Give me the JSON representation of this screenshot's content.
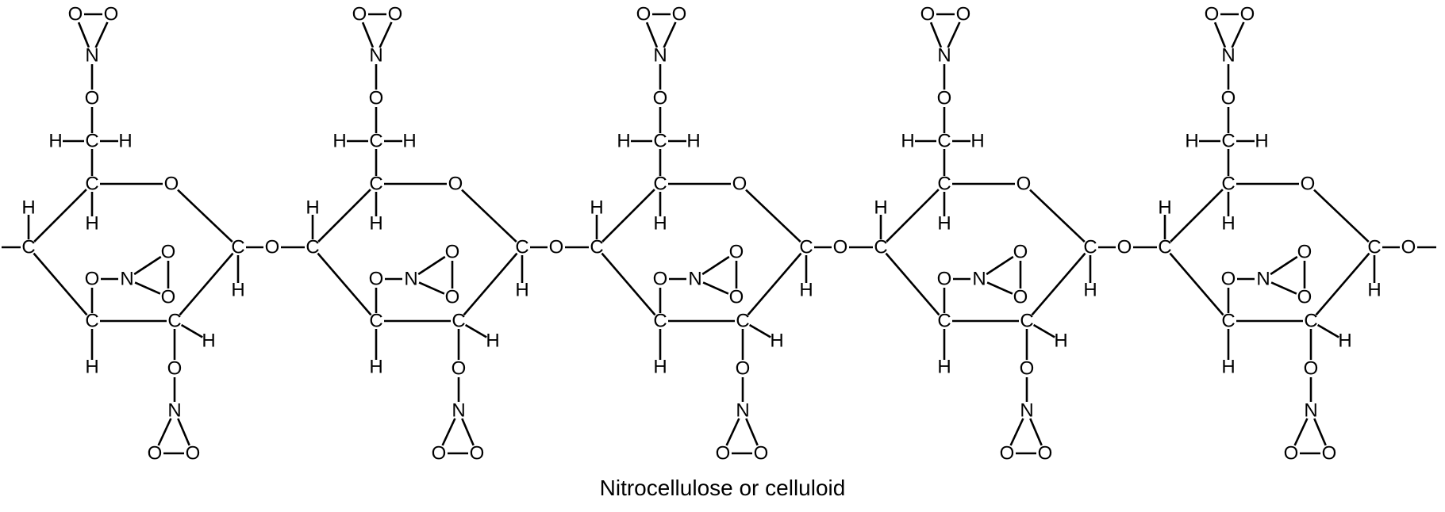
{
  "caption": "Nitrocellulose or celluloid",
  "units": 5,
  "atoms": {
    "carbon": "C",
    "oxygen": "O",
    "nitrogen": "N",
    "hydrogen": "H"
  },
  "colors": {
    "ink": "#000000",
    "background": "#ffffff"
  }
}
